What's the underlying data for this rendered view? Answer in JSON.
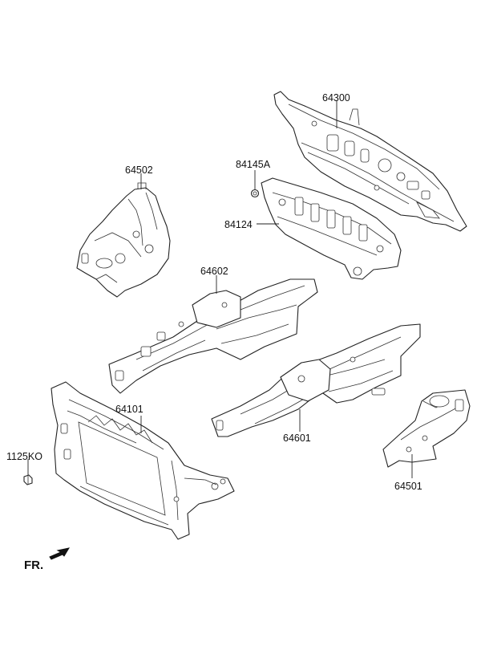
{
  "labels": {
    "p64300": "64300",
    "p84145A": "84145A",
    "p84124": "84124",
    "p64502": "64502",
    "p64602": "64602",
    "p64101": "64101",
    "p64601": "64601",
    "p1125KO": "1125KO",
    "p64501": "64501"
  },
  "front_indicator": "FR.",
  "colors": {
    "line": "#222222",
    "background": "#ffffff"
  }
}
